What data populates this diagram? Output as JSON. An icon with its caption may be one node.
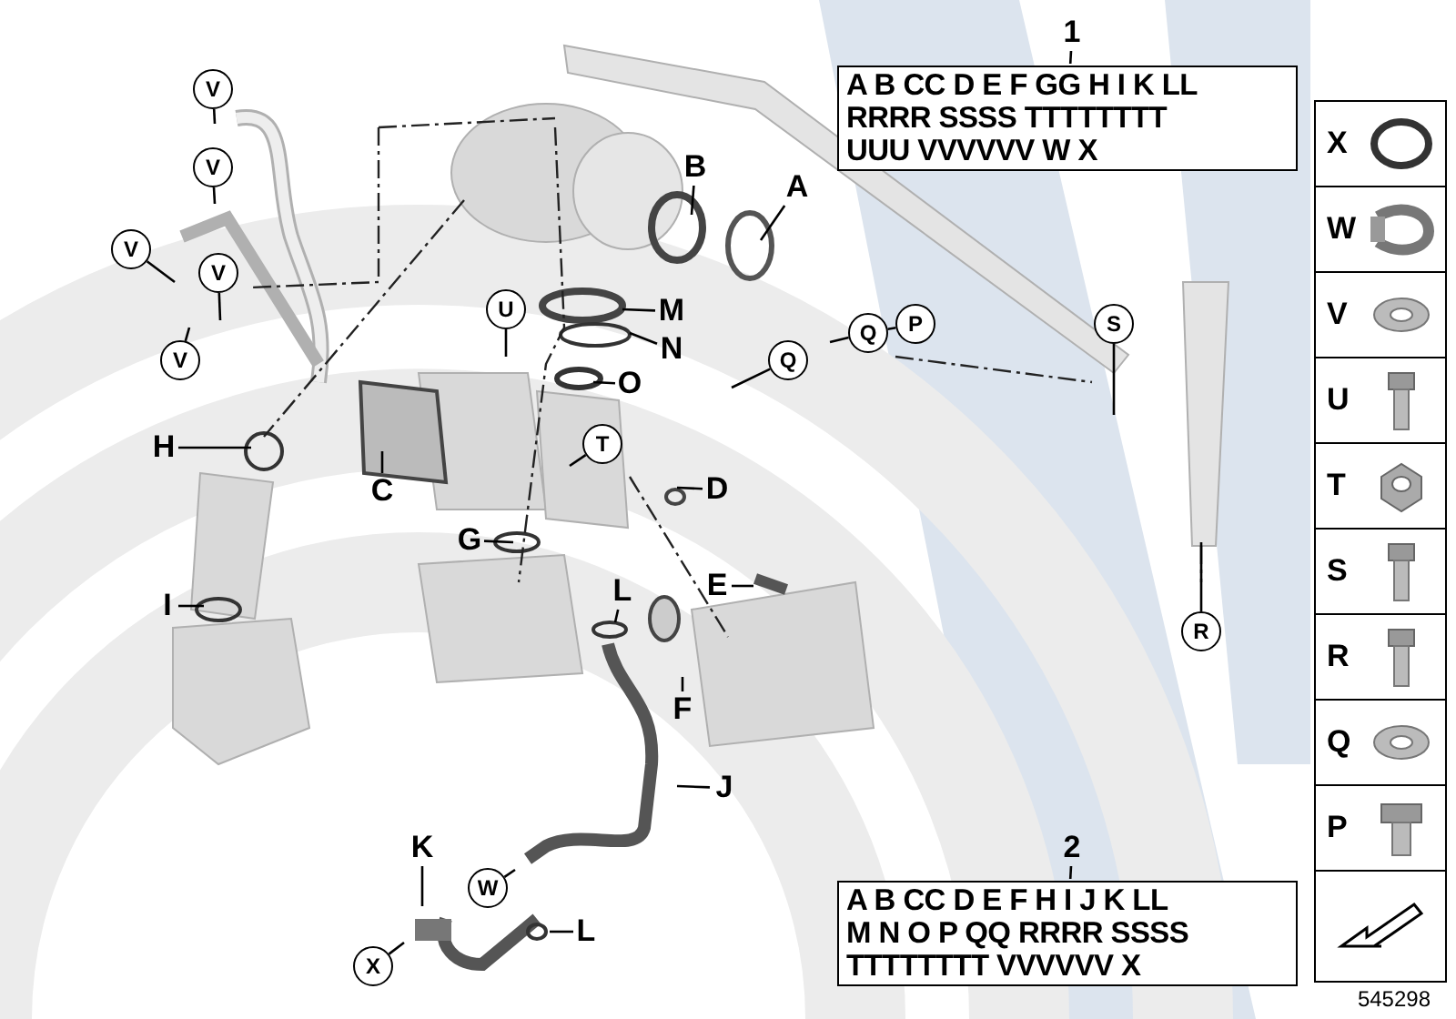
{
  "diagram": {
    "nodes": [
      {
        "text": [
          "1"
        ]
      },
      {
        "text": [
          "A B CC D E F GG H I K LL",
          "RRRR SSSS TTTTTTTT",
          "UUU VVVVVV W X"
        ]
      },
      {
        "text": [
          "V"
        ]
      },
      {
        "text": [
          "V"
        ]
      },
      {
        "text": [
          "V"
        ]
      },
      {
        "text": [
          "V"
        ]
      },
      {
        "text": [
          "V"
        ]
      },
      {
        "text": [
          "B"
        ]
      },
      {
        "text": [
          "A"
        ]
      },
      {
        "text": [
          "M"
        ]
      },
      {
        "text": [
          "N"
        ]
      },
      {
        "text": [
          "P"
        ]
      },
      {
        "text": [
          "S"
        ]
      },
      {
        "text": [
          "Q"
        ]
      },
      {
        "text": [
          "U"
        ]
      },
      {
        "text": [
          "Q"
        ]
      },
      {
        "text": [
          "O"
        ]
      },
      {
        "text": [
          "T"
        ]
      },
      {
        "text": [
          "H"
        ]
      },
      {
        "text": [
          "C"
        ]
      },
      {
        "text": [
          "D"
        ]
      },
      {
        "text": [
          "G"
        ]
      },
      {
        "text": [
          "E"
        ]
      },
      {
        "text": [
          "L"
        ]
      },
      {
        "text": [
          "I"
        ]
      },
      {
        "text": [
          "R"
        ]
      },
      {
        "text": [
          "F"
        ]
      },
      {
        "text": [
          "J"
        ]
      },
      {
        "text": [
          "K"
        ]
      },
      {
        "text": [
          "W"
        ]
      },
      {
        "text": [
          "L"
        ]
      },
      {
        "text": [
          "X"
        ]
      },
      {
        "text": [
          "2"
        ]
      },
      {
        "text": [
          "A B CC D E F H I J K LL",
          "M N O P QQ RRRR SSSS",
          "TTTTTTTT VVVVVV X"
        ]
      },
      {
        "text": [
          "X"
        ]
      },
      {
        "text": [
          "W"
        ]
      },
      {
        "text": [
          "V"
        ]
      },
      {
        "text": [
          "U"
        ]
      },
      {
        "text": [
          "T"
        ]
      },
      {
        "text": [
          "S"
        ]
      },
      {
        "text": [
          "R"
        ]
      },
      {
        "text": [
          "Q"
        ]
      },
      {
        "text": [
          "P"
        ]
      },
      {
        "text": [],
        "shape": "picture"
      }
    ],
    "edges": [
      {
        "from": 0,
        "to": 1,
        "arrow": "none"
      },
      {
        "from": 2,
        "to": null,
        "arrow": "none"
      },
      {
        "from": 3,
        "to": null,
        "arrow": "none"
      },
      {
        "from": 4,
        "to": null,
        "arrow": "none"
      },
      {
        "from": 5,
        "to": null,
        "arrow": "none"
      },
      {
        "from": 6,
        "to": null,
        "arrow": "none"
      },
      {
        "from": 7,
        "to": null,
        "arrow": "none"
      },
      {
        "from": 8,
        "to": null,
        "arrow": "none"
      },
      {
        "from": 9,
        "to": null,
        "arrow": "none"
      },
      {
        "from": 10,
        "to": null,
        "arrow": "none"
      },
      {
        "from": 13,
        "to": 11,
        "arrow": "none"
      },
      {
        "from": 12,
        "to": null,
        "arrow": "none"
      },
      {
        "from": 13,
        "to": null,
        "arrow": "none"
      },
      {
        "from": 14,
        "to": null,
        "arrow": "none"
      },
      {
        "from": 15,
        "to": null,
        "arrow": "none"
      },
      {
        "from": 16,
        "to": null,
        "arrow": "none"
      },
      {
        "from": 17,
        "to": null,
        "arrow": "none"
      },
      {
        "from": 18,
        "to": null,
        "arrow": "none"
      },
      {
        "from": 19,
        "to": null,
        "arrow": "none"
      },
      {
        "from": 20,
        "to": null,
        "arrow": "none"
      },
      {
        "from": 21,
        "to": null,
        "arrow": "none"
      },
      {
        "from": 22,
        "to": null,
        "arrow": "none"
      },
      {
        "from": 23,
        "to": null,
        "arrow": "none"
      },
      {
        "from": 24,
        "to": null,
        "arrow": "none"
      },
      {
        "from": 25,
        "to": null,
        "arrow": "none"
      },
      {
        "from": 26,
        "to": null,
        "arrow": "none"
      },
      {
        "from": 27,
        "to": null,
        "arrow": "none"
      },
      {
        "from": 28,
        "to": null,
        "arrow": "none"
      },
      {
        "from": 29,
        "to": null,
        "arrow": "none"
      },
      {
        "from": 30,
        "to": null,
        "arrow": "none"
      },
      {
        "from": 31,
        "to": null,
        "arrow": "none"
      },
      {
        "from": 32,
        "to": 33,
        "arrow": "none"
      }
    ],
    "labels": [
      "545298"
    ]
  }
}
